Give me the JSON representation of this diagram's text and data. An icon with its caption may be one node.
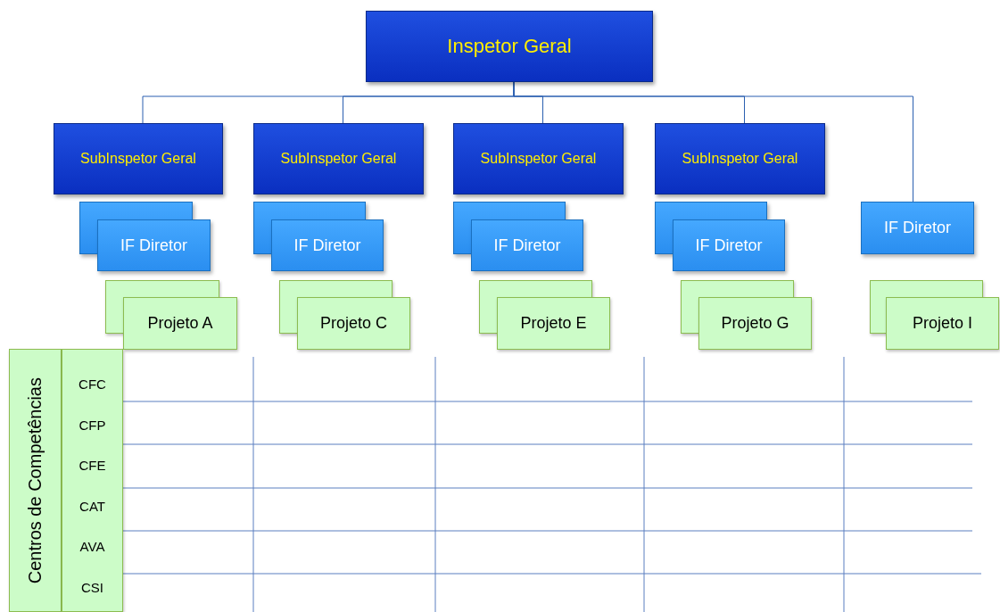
{
  "diagram": {
    "nodes": [
      {
        "text": [
          "Inspetor Geral"
        ]
      },
      {
        "text": [
          "SubInspetor Geral"
        ]
      },
      {
        "text": [
          "SubInspetor Geral"
        ]
      },
      {
        "text": [
          "SubInspetor Geral"
        ]
      },
      {
        "text": [
          "SubInspetor Geral"
        ]
      },
      {
        "text": [
          "IF Diretor"
        ]
      },
      {
        "text": [
          "Projeto A"
        ]
      },
      {
        "text": [
          "IF Diretor"
        ]
      },
      {
        "text": [
          "Projeto C"
        ]
      },
      {
        "text": [
          "IF Diretor"
        ]
      },
      {
        "text": [
          "Projeto E"
        ]
      },
      {
        "text": [
          "IF Diretor"
        ]
      },
      {
        "text": [
          "Projeto G"
        ]
      },
      {
        "text": [
          "IF Diretor"
        ]
      },
      {
        "text": [
          "Projeto I"
        ]
      },
      {
        "text": [
          "Centros de Competências"
        ]
      },
      {
        "text": [
          "CFC",
          "CFP",
          "CFE",
          "CAT",
          "AVA",
          "CSI"
        ]
      }
    ],
    "edges": [
      {
        "from": 0,
        "to": 1,
        "arrow": "none"
      },
      {
        "from": 0,
        "to": 2,
        "arrow": "none"
      },
      {
        "from": 0,
        "to": 3,
        "arrow": "none"
      },
      {
        "from": 0,
        "to": 4,
        "arrow": "none"
      },
      {
        "from": 0,
        "to": 13,
        "arrow": "none"
      }
    ]
  }
}
